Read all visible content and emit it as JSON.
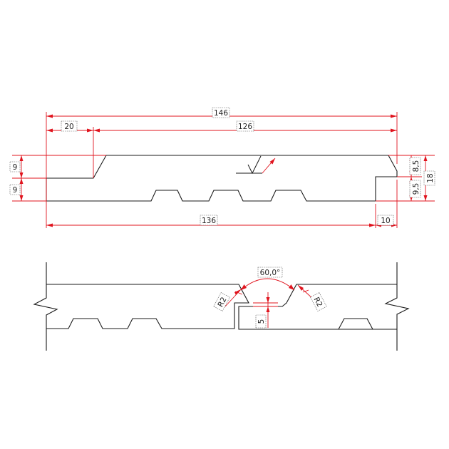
{
  "colors": {
    "outline": "#1a1a1a",
    "dimension": "#e0141e",
    "background": "#ffffff"
  },
  "board_profile": {
    "dimensions": {
      "overall_width": "146",
      "tongue_offset": "20",
      "face_width": "126",
      "left_upper_height": "9",
      "left_lower_height": "9",
      "right_upper_height": "8,5",
      "right_lower_height": "9,5",
      "total_thickness": "18",
      "bottom_width": "136",
      "groove_width": "10"
    }
  },
  "joint_detail": {
    "angle": "60,0°",
    "left_radius": "R2",
    "right_radius": "R2",
    "gap_height": "5"
  }
}
